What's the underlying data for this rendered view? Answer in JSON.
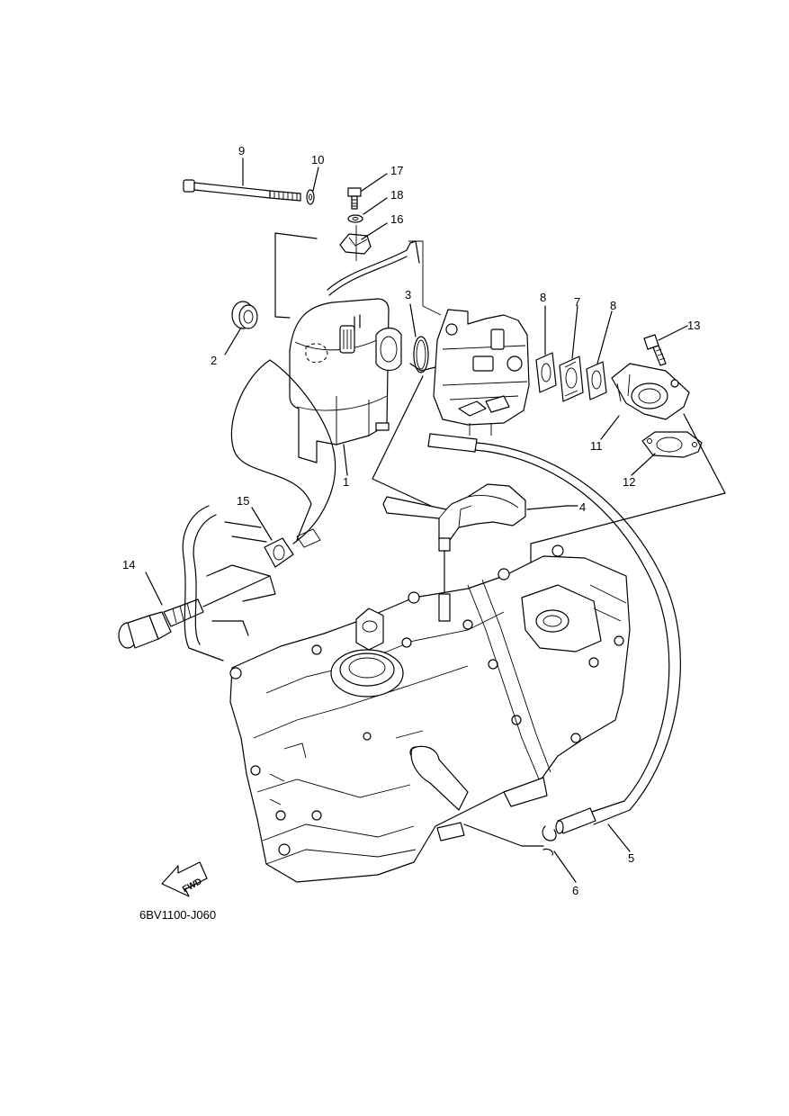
{
  "diagram": {
    "drawing_code": "6BV1100-J060",
    "fwd_label": "FWD",
    "callouts": [
      {
        "id": "c1",
        "label": "1"
      },
      {
        "id": "c2",
        "label": "2"
      },
      {
        "id": "c3",
        "label": "3"
      },
      {
        "id": "c4",
        "label": "4"
      },
      {
        "id": "c5",
        "label": "5"
      },
      {
        "id": "c6",
        "label": "6"
      },
      {
        "id": "c7",
        "label": "7"
      },
      {
        "id": "c8a",
        "label": "8"
      },
      {
        "id": "c8b",
        "label": "8"
      },
      {
        "id": "c9",
        "label": "9"
      },
      {
        "id": "c10",
        "label": "10"
      },
      {
        "id": "c11",
        "label": "11"
      },
      {
        "id": "c12",
        "label": "12"
      },
      {
        "id": "c13",
        "label": "13"
      },
      {
        "id": "c14",
        "label": "14"
      },
      {
        "id": "c15",
        "label": "15"
      },
      {
        "id": "c16",
        "label": "16"
      },
      {
        "id": "c17",
        "label": "17"
      },
      {
        "id": "c18",
        "label": "18"
      }
    ]
  }
}
